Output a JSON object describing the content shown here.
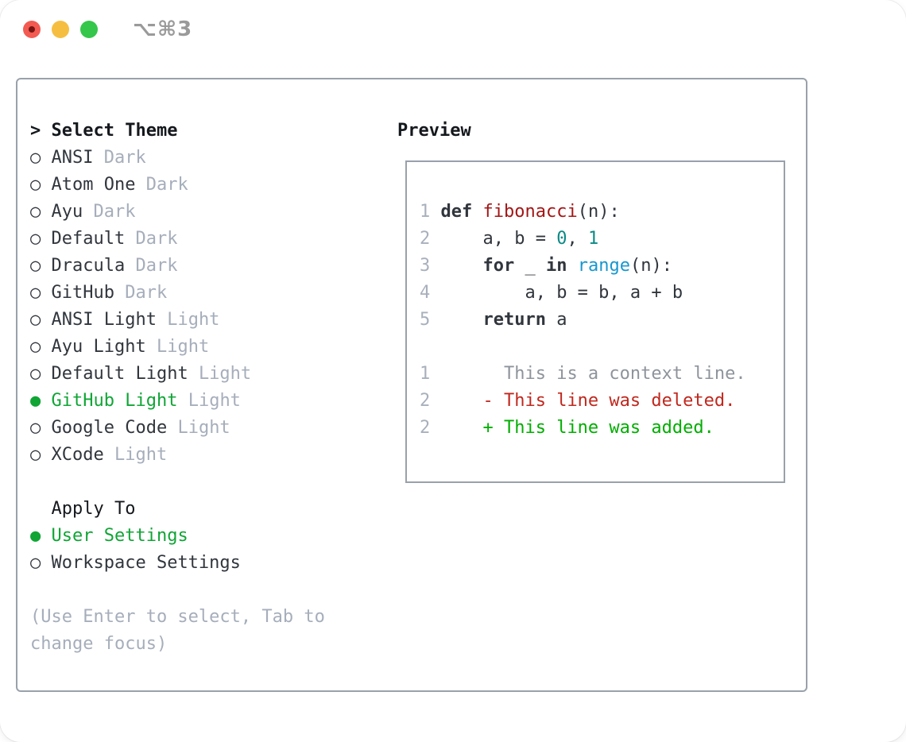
{
  "window": {
    "title": "⌥⌘3"
  },
  "icons": {
    "radio_unselected": "○",
    "radio_selected": "●",
    "focus_caret": ">"
  },
  "colors": {
    "window_title": "#9a9a9a",
    "traffic_red": "#f25a52",
    "traffic_red_dot": "#771512",
    "traffic_yellow": "#f6be40",
    "traffic_green": "#35c64c",
    "border": "#99a1ab",
    "text": "#31363d",
    "heading": "#15181c",
    "muted": "#a6aebb",
    "selected": "#10a535",
    "line_number": "#a8b0bc",
    "func": "#a31616",
    "number_literal": "#0c8a86",
    "builtin": "#1697cf",
    "context": "#8e949c",
    "deletion": "#c0281e",
    "addition": "#00ae00"
  },
  "theme_panel": {
    "heading": {
      "prefix": ">",
      "label": "Select Theme"
    },
    "themes": [
      {
        "name": "ANSI",
        "variant": "Dark",
        "selected": false
      },
      {
        "name": "Atom One",
        "variant": "Dark",
        "selected": false
      },
      {
        "name": "Ayu",
        "variant": "Dark",
        "selected": false
      },
      {
        "name": "Default",
        "variant": "Dark",
        "selected": false
      },
      {
        "name": "Dracula",
        "variant": "Dark",
        "selected": false
      },
      {
        "name": "GitHub",
        "variant": "Dark",
        "selected": false
      },
      {
        "name": "ANSI Light",
        "variant": "Light",
        "selected": false
      },
      {
        "name": "Ayu Light",
        "variant": "Light",
        "selected": false
      },
      {
        "name": "Default Light",
        "variant": "Light",
        "selected": false
      },
      {
        "name": "GitHub Light",
        "variant": "Light",
        "selected": true
      },
      {
        "name": "Google Code",
        "variant": "Light",
        "selected": false
      },
      {
        "name": "XCode",
        "variant": "Light",
        "selected": false
      }
    ],
    "apply_to": {
      "label": "Apply To",
      "options": [
        {
          "name": "User Settings",
          "selected": true
        },
        {
          "name": "Workspace Settings",
          "selected": false
        }
      ]
    },
    "hint_lines": [
      "(Use Enter to select, Tab to",
      "change focus)"
    ]
  },
  "preview": {
    "heading": "Preview",
    "lines": [
      {
        "gutter": "1",
        "kind": "code-line",
        "segments": [
          [
            "keyword",
            "def "
          ],
          [
            "function",
            "fibonacci"
          ],
          [
            "plain",
            "(n):"
          ]
        ]
      },
      {
        "gutter": "2",
        "kind": "code-line",
        "segments": [
          [
            "plain",
            "    a, b = "
          ],
          [
            "number",
            "0"
          ],
          [
            "plain",
            ", "
          ],
          [
            "number",
            "1"
          ]
        ]
      },
      {
        "gutter": "3",
        "kind": "code-line",
        "segments": [
          [
            "plain",
            "    "
          ],
          [
            "keyword",
            "for"
          ],
          [
            "plain",
            " _ "
          ],
          [
            "keyword",
            "in"
          ],
          [
            "plain",
            " "
          ],
          [
            "builtin",
            "range"
          ],
          [
            "plain",
            "(n):"
          ]
        ]
      },
      {
        "gutter": "4",
        "kind": "code-line",
        "segments": [
          [
            "plain",
            "        a, b = b, a + b"
          ]
        ]
      },
      {
        "gutter": "5",
        "kind": "code-line",
        "segments": [
          [
            "plain",
            "    "
          ],
          [
            "keyword",
            "return"
          ],
          [
            "plain",
            " a"
          ]
        ]
      },
      {
        "gutter": "",
        "kind": "blank-line",
        "segments": []
      },
      {
        "gutter": "1",
        "kind": "diff-context-line",
        "segments": [
          [
            "context",
            "      This is a context line."
          ]
        ]
      },
      {
        "gutter": "2",
        "kind": "diff-deletion-line",
        "segments": [
          [
            "deletion",
            "    - This line was deleted."
          ]
        ]
      },
      {
        "gutter": "2",
        "kind": "diff-addition-line",
        "segments": [
          [
            "addition",
            "    + This line was added."
          ]
        ]
      }
    ]
  }
}
